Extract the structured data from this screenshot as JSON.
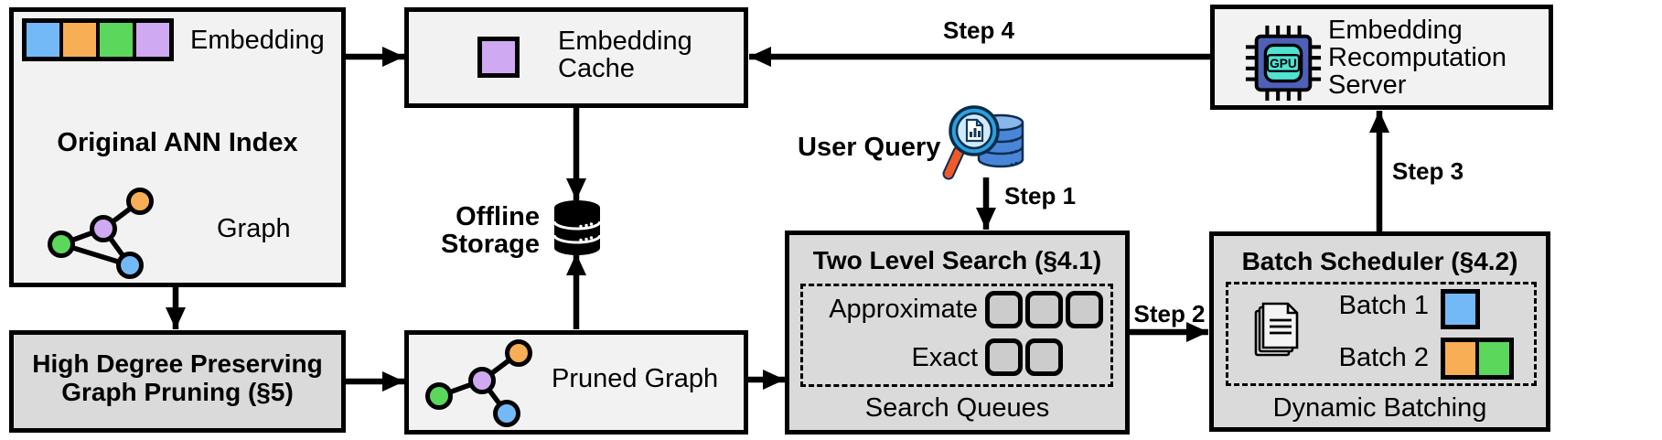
{
  "colors": {
    "blue": "#74b9f7",
    "orange": "#f7ae55",
    "green": "#5bd75b",
    "purple": "#cfa9f2",
    "box_light": "#f2f2f2",
    "box_dark": "#dadada",
    "queue_fill": "#cccccc"
  },
  "original_index": {
    "embedding_label": "Embedding",
    "title": "Original ANN Index",
    "graph_label": "Graph"
  },
  "embedding_cache": {
    "title_lines": [
      "Embedding",
      "Cache"
    ]
  },
  "offline_storage": {
    "label_lines": [
      "Offline",
      "Storage"
    ]
  },
  "high_degree_pruning": {
    "title_lines": [
      "High Degree Preserving",
      "Graph Pruning (§5)"
    ]
  },
  "pruned_graph": {
    "label": "Pruned Graph"
  },
  "user_query": {
    "label": "User Query"
  },
  "two_level_search": {
    "title": "Two Level Search (§4.1)",
    "approximate_label": "Approximate",
    "exact_label": "Exact",
    "footer": "Search Queues",
    "approximate_queue_count": 3,
    "exact_queue_count": 2
  },
  "batch_scheduler": {
    "title": "Batch Scheduler (§4.2)",
    "batch1_label": "Batch 1",
    "batch2_label": "Batch 2",
    "footer": "Dynamic Batching"
  },
  "recomputation_server": {
    "title_lines": [
      "Embedding",
      "Recomputation",
      "Server"
    ],
    "gpu_label": "GPU"
  },
  "steps": {
    "step1": "Step 1",
    "step2": "Step 2",
    "step3": "Step 3",
    "step4": "Step 4"
  }
}
